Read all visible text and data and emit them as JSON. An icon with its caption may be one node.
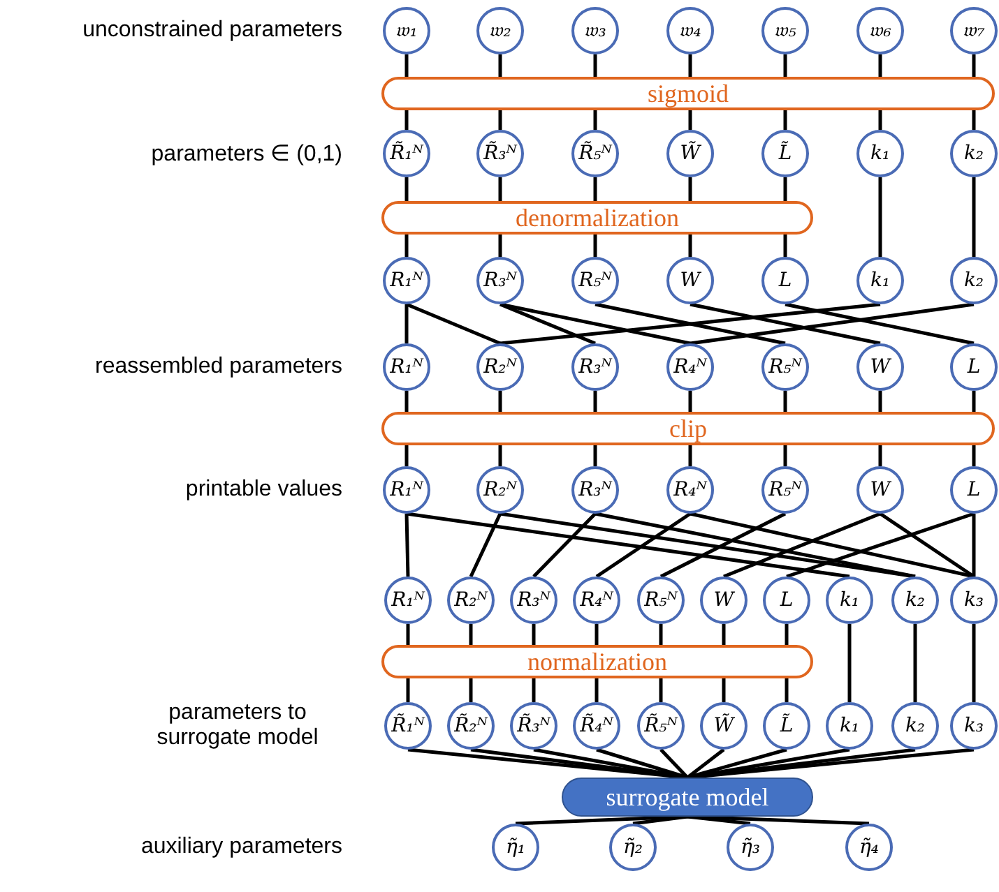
{
  "diagram": {
    "nodes": [
      {
        "text": [
          "𝔴₁"
        ]
      },
      {
        "text": [
          "𝔴₂"
        ]
      },
      {
        "text": [
          "𝔴₃"
        ]
      },
      {
        "text": [
          "𝔴₄"
        ]
      },
      {
        "text": [
          "𝔴₅"
        ]
      },
      {
        "text": [
          "𝔴₆"
        ]
      },
      {
        "text": [
          "𝔴₇"
        ]
      },
      {
        "text": [
          "sigmoid"
        ]
      },
      {
        "text": [
          "R̃₁ᴺ"
        ]
      },
      {
        "text": [
          "R̃₃ᴺ"
        ]
      },
      {
        "text": [
          "R̃₅ᴺ"
        ]
      },
      {
        "text": [
          "W̃"
        ]
      },
      {
        "text": [
          "L̃"
        ]
      },
      {
        "text": [
          "k₁"
        ]
      },
      {
        "text": [
          "k₂"
        ]
      },
      {
        "text": [
          "denormalization"
        ]
      },
      {
        "text": [
          "R₁ᴺ"
        ]
      },
      {
        "text": [
          "R₃ᴺ"
        ]
      },
      {
        "text": [
          "R₅ᴺ"
        ]
      },
      {
        "text": [
          "W"
        ]
      },
      {
        "text": [
          "L"
        ]
      },
      {
        "text": [
          "k₁"
        ]
      },
      {
        "text": [
          "k₂"
        ]
      },
      {
        "text": [
          "R₁ᴺ"
        ]
      },
      {
        "text": [
          "R₂ᴺ"
        ]
      },
      {
        "text": [
          "R₃ᴺ"
        ]
      },
      {
        "text": [
          "R₄ᴺ"
        ]
      },
      {
        "text": [
          "R₅ᴺ"
        ]
      },
      {
        "text": [
          "W"
        ]
      },
      {
        "text": [
          "L"
        ]
      },
      {
        "text": [
          "clip"
        ]
      },
      {
        "text": [
          "R₁ᴺ"
        ]
      },
      {
        "text": [
          "R₂ᴺ"
        ]
      },
      {
        "text": [
          "R₃ᴺ"
        ]
      },
      {
        "text": [
          "R₄ᴺ"
        ]
      },
      {
        "text": [
          "R₅ᴺ"
        ]
      },
      {
        "text": [
          "W"
        ]
      },
      {
        "text": [
          "L"
        ]
      },
      {
        "text": [
          "R₁ᴺ"
        ]
      },
      {
        "text": [
          "R₂ᴺ"
        ]
      },
      {
        "text": [
          "R₃ᴺ"
        ]
      },
      {
        "text": [
          "R₄ᴺ"
        ]
      },
      {
        "text": [
          "R₅ᴺ"
        ]
      },
      {
        "text": [
          "W"
        ]
      },
      {
        "text": [
          "L"
        ]
      },
      {
        "text": [
          "k₁"
        ]
      },
      {
        "text": [
          "k₂"
        ]
      },
      {
        "text": [
          "k₃"
        ]
      },
      {
        "text": [
          "normalization"
        ]
      },
      {
        "text": [
          "R̃₁ᴺ"
        ]
      },
      {
        "text": [
          "R̃₂ᴺ"
        ]
      },
      {
        "text": [
          "R̃₃ᴺ"
        ]
      },
      {
        "text": [
          "R̃₄ᴺ"
        ]
      },
      {
        "text": [
          "R̃₅ᴺ"
        ]
      },
      {
        "text": [
          "W̃"
        ]
      },
      {
        "text": [
          "L̃"
        ]
      },
      {
        "text": [
          "k₁"
        ]
      },
      {
        "text": [
          "k₂"
        ]
      },
      {
        "text": [
          "k₃"
        ]
      },
      {
        "text": [
          "surrogate model"
        ]
      },
      {
        "text": [
          "η̃₁"
        ]
      },
      {
        "text": [
          "η̃₂"
        ]
      },
      {
        "text": [
          "η̃₃"
        ]
      },
      {
        "text": [
          "η̃₄"
        ]
      }
    ],
    "edges": [
      {
        "from": 0,
        "to": 7,
        "arrow": "none"
      },
      {
        "from": 1,
        "to": 7,
        "arrow": "none"
      },
      {
        "from": 2,
        "to": 7,
        "arrow": "none"
      },
      {
        "from": 3,
        "to": 7,
        "arrow": "none"
      },
      {
        "from": 4,
        "to": 7,
        "arrow": "none"
      },
      {
        "from": 5,
        "to": 7,
        "arrow": "none"
      },
      {
        "from": 6,
        "to": 7,
        "arrow": "none"
      },
      {
        "from": 7,
        "to": 8,
        "arrow": "none"
      },
      {
        "from": 7,
        "to": 9,
        "arrow": "none"
      },
      {
        "from": 7,
        "to": 10,
        "arrow": "none"
      },
      {
        "from": 7,
        "to": 11,
        "arrow": "none"
      },
      {
        "from": 7,
        "to": 12,
        "arrow": "none"
      },
      {
        "from": 7,
        "to": 13,
        "arrow": "none"
      },
      {
        "from": 7,
        "to": 14,
        "arrow": "none"
      },
      {
        "from": 8,
        "to": 15,
        "arrow": "none"
      },
      {
        "from": 9,
        "to": 15,
        "arrow": "none"
      },
      {
        "from": 10,
        "to": 15,
        "arrow": "none"
      },
      {
        "from": 11,
        "to": 15,
        "arrow": "none"
      },
      {
        "from": 12,
        "to": 15,
        "arrow": "none"
      },
      {
        "from": 15,
        "to": 16,
        "arrow": "none"
      },
      {
        "from": 15,
        "to": 17,
        "arrow": "none"
      },
      {
        "from": 15,
        "to": 18,
        "arrow": "none"
      },
      {
        "from": 15,
        "to": 19,
        "arrow": "none"
      },
      {
        "from": 15,
        "to": 20,
        "arrow": "none"
      },
      {
        "from": 13,
        "to": 21,
        "arrow": "none"
      },
      {
        "from": 14,
        "to": 22,
        "arrow": "none"
      },
      {
        "from": 16,
        "to": 23,
        "arrow": "none"
      },
      {
        "from": 16,
        "to": 24,
        "arrow": "none"
      },
      {
        "from": 21,
        "to": 24,
        "arrow": "none"
      },
      {
        "from": 17,
        "to": 25,
        "arrow": "none"
      },
      {
        "from": 17,
        "to": 26,
        "arrow": "none"
      },
      {
        "from": 22,
        "to": 26,
        "arrow": "none"
      },
      {
        "from": 18,
        "to": 27,
        "arrow": "none"
      },
      {
        "from": 19,
        "to": 28,
        "arrow": "none"
      },
      {
        "from": 20,
        "to": 29,
        "arrow": "none"
      },
      {
        "from": 23,
        "to": 30,
        "arrow": "none"
      },
      {
        "from": 24,
        "to": 30,
        "arrow": "none"
      },
      {
        "from": 25,
        "to": 30,
        "arrow": "none"
      },
      {
        "from": 26,
        "to": 30,
        "arrow": "none"
      },
      {
        "from": 27,
        "to": 30,
        "arrow": "none"
      },
      {
        "from": 28,
        "to": 30,
        "arrow": "none"
      },
      {
        "from": 29,
        "to": 30,
        "arrow": "none"
      },
      {
        "from": 30,
        "to": 31,
        "arrow": "none"
      },
      {
        "from": 30,
        "to": 32,
        "arrow": "none"
      },
      {
        "from": 30,
        "to": 33,
        "arrow": "none"
      },
      {
        "from": 30,
        "to": 34,
        "arrow": "none"
      },
      {
        "from": 30,
        "to": 35,
        "arrow": "none"
      },
      {
        "from": 30,
        "to": 36,
        "arrow": "none"
      },
      {
        "from": 30,
        "to": 37,
        "arrow": "none"
      },
      {
        "from": 31,
        "to": 38,
        "arrow": "none"
      },
      {
        "from": 31,
        "to": 45,
        "arrow": "none"
      },
      {
        "from": 32,
        "to": 39,
        "arrow": "none"
      },
      {
        "from": 32,
        "to": 46,
        "arrow": "none"
      },
      {
        "from": 33,
        "to": 40,
        "arrow": "none"
      },
      {
        "from": 33,
        "to": 46,
        "arrow": "none"
      },
      {
        "from": 34,
        "to": 41,
        "arrow": "none"
      },
      {
        "from": 34,
        "to": 47,
        "arrow": "none"
      },
      {
        "from": 35,
        "to": 42,
        "arrow": "none"
      },
      {
        "from": 36,
        "to": 43,
        "arrow": "none"
      },
      {
        "from": 36,
        "to": 47,
        "arrow": "none"
      },
      {
        "from": 37,
        "to": 44,
        "arrow": "none"
      },
      {
        "from": 37,
        "to": 47,
        "arrow": "none"
      },
      {
        "from": 38,
        "to": 48,
        "arrow": "none"
      },
      {
        "from": 39,
        "to": 48,
        "arrow": "none"
      },
      {
        "from": 40,
        "to": 48,
        "arrow": "none"
      },
      {
        "from": 41,
        "to": 48,
        "arrow": "none"
      },
      {
        "from": 42,
        "to": 48,
        "arrow": "none"
      },
      {
        "from": 43,
        "to": 48,
        "arrow": "none"
      },
      {
        "from": 44,
        "to": 48,
        "arrow": "none"
      },
      {
        "from": 48,
        "to": 49,
        "arrow": "none"
      },
      {
        "from": 48,
        "to": 50,
        "arrow": "none"
      },
      {
        "from": 48,
        "to": 51,
        "arrow": "none"
      },
      {
        "from": 48,
        "to": 52,
        "arrow": "none"
      },
      {
        "from": 48,
        "to": 53,
        "arrow": "none"
      },
      {
        "from": 48,
        "to": 54,
        "arrow": "none"
      },
      {
        "from": 48,
        "to": 55,
        "arrow": "none"
      },
      {
        "from": 45,
        "to": 56,
        "arrow": "none"
      },
      {
        "from": 46,
        "to": 57,
        "arrow": "none"
      },
      {
        "from": 47,
        "to": 58,
        "arrow": "none"
      },
      {
        "from": 49,
        "to": 59,
        "arrow": "none"
      },
      {
        "from": 50,
        "to": 59,
        "arrow": "none"
      },
      {
        "from": 51,
        "to": 59,
        "arrow": "none"
      },
      {
        "from": 52,
        "to": 59,
        "arrow": "none"
      },
      {
        "from": 53,
        "to": 59,
        "arrow": "none"
      },
      {
        "from": 54,
        "to": 59,
        "arrow": "none"
      },
      {
        "from": 55,
        "to": 59,
        "arrow": "none"
      },
      {
        "from": 56,
        "to": 59,
        "arrow": "none"
      },
      {
        "from": 57,
        "to": 59,
        "arrow": "none"
      },
      {
        "from": 58,
        "to": 59,
        "arrow": "none"
      },
      {
        "from": 59,
        "to": 60,
        "arrow": "none"
      },
      {
        "from": 59,
        "to": 61,
        "arrow": "none"
      },
      {
        "from": 59,
        "to": 62,
        "arrow": "none"
      },
      {
        "from": 59,
        "to": 63,
        "arrow": "none"
      }
    ],
    "labels": [
      "unconstrained parameters",
      "parameters ∈ (0,1)",
      "reassembled parameters",
      "printable values",
      "parameters to surrogate model",
      "auxiliary parameters"
    ]
  }
}
